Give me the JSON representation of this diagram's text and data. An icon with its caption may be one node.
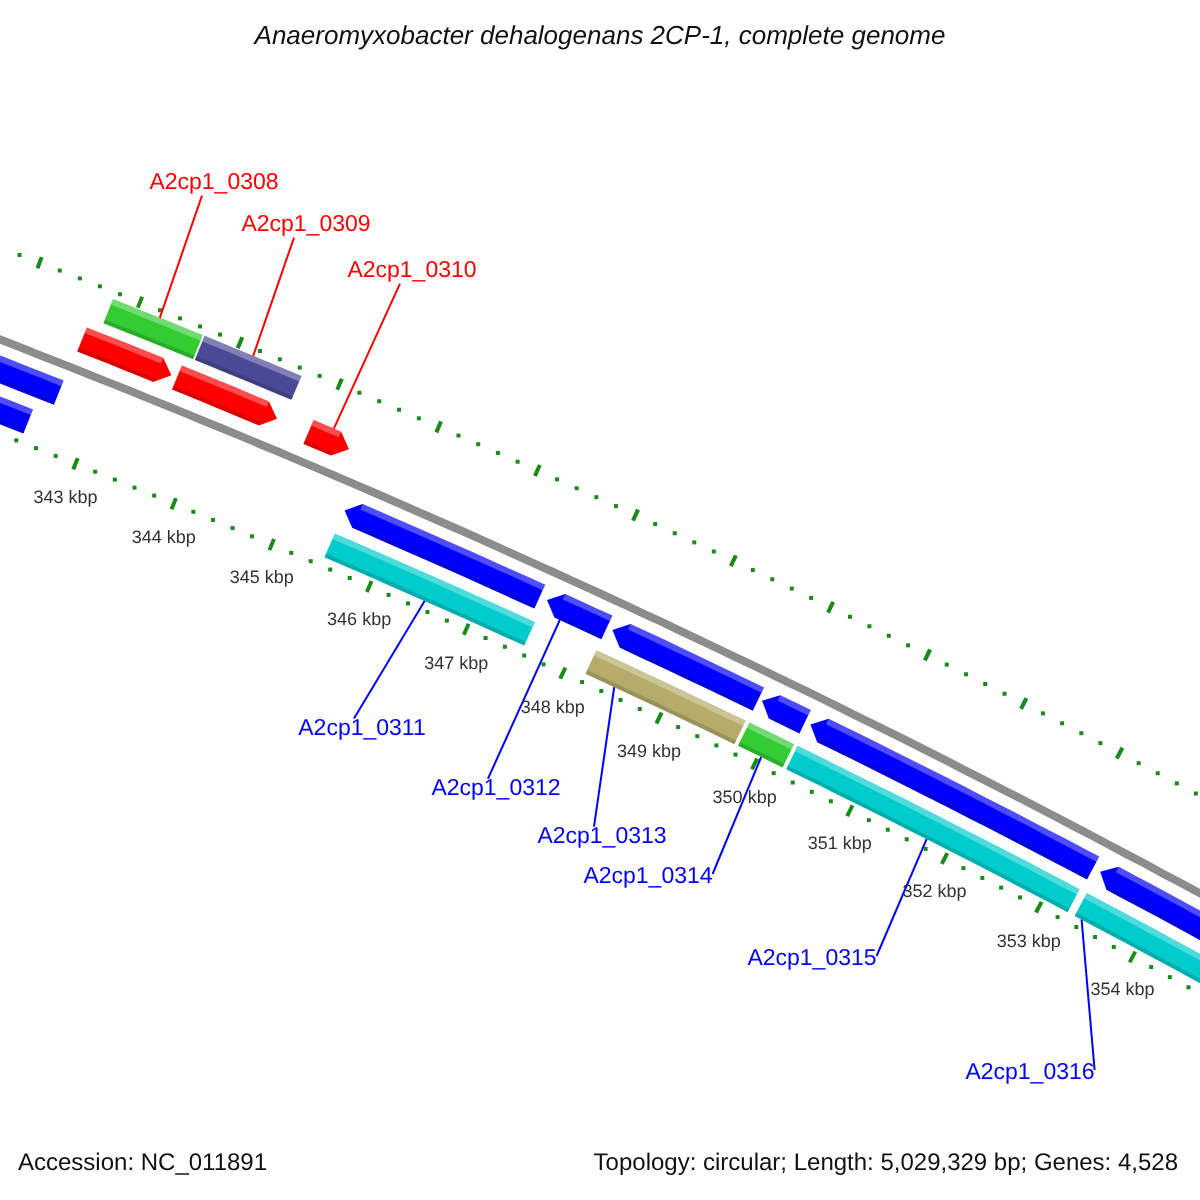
{
  "diagram": {
    "title": "Anaeromyxobacter dehalogenans 2CP-1, complete genome",
    "nodes": [
      {
        "text": [
          "A2cp1_0308"
        ]
      },
      {
        "text": [
          "A2cp1_0309"
        ]
      },
      {
        "text": [
          "A2cp1_0310"
        ]
      },
      {
        "text": [
          "A2cp1_0311"
        ]
      },
      {
        "text": [
          "A2cp1_0312"
        ]
      },
      {
        "text": [
          "A2cp1_0313"
        ]
      },
      {
        "text": [
          "A2cp1_0314"
        ]
      },
      {
        "text": [
          "A2cp1_0315"
        ]
      },
      {
        "text": [
          "A2cp1_0316"
        ]
      },
      {
        "text": [],
        "shape": "bar"
      },
      {
        "text": [],
        "shape": "bar"
      },
      {
        "text": [],
        "shape": "arrow"
      },
      {
        "text": [],
        "shape": "bar"
      },
      {
        "text": [],
        "shape": "arrow"
      },
      {
        "text": [],
        "shape": "bar"
      },
      {
        "text": [],
        "shape": "bar"
      },
      {
        "text": [],
        "shape": "bar"
      },
      {
        "text": [],
        "shape": "bar"
      }
    ],
    "edges": [
      {
        "from": 0,
        "to": 9,
        "arrow": "none",
        "color": "#ff0000"
      },
      {
        "from": 1,
        "to": 10,
        "arrow": "none",
        "color": "#ff0000"
      },
      {
        "from": 2,
        "to": 11,
        "arrow": "none",
        "color": "#ff0000"
      },
      {
        "from": 3,
        "to": 12,
        "arrow": "none"
      },
      {
        "from": 4,
        "to": 13,
        "arrow": "none"
      },
      {
        "from": 5,
        "to": 14,
        "arrow": "none"
      },
      {
        "from": 6,
        "to": 15,
        "arrow": "none"
      },
      {
        "from": 7,
        "to": 16,
        "arrow": "none"
      },
      {
        "from": 8,
        "to": 17,
        "arrow": "none"
      }
    ],
    "labels": [
      "343 kbp",
      "344 kbp",
      "345 kbp",
      "346 kbp",
      "347 kbp",
      "348 kbp",
      "349 kbp",
      "350 kbp",
      "351 kbp",
      "352 kbp",
      "353 kbp",
      "354 kbp",
      "Accession: NC_011891",
      "Topology: circular; Length: 5,029,329 bp; Genes: 4,528"
    ]
  }
}
